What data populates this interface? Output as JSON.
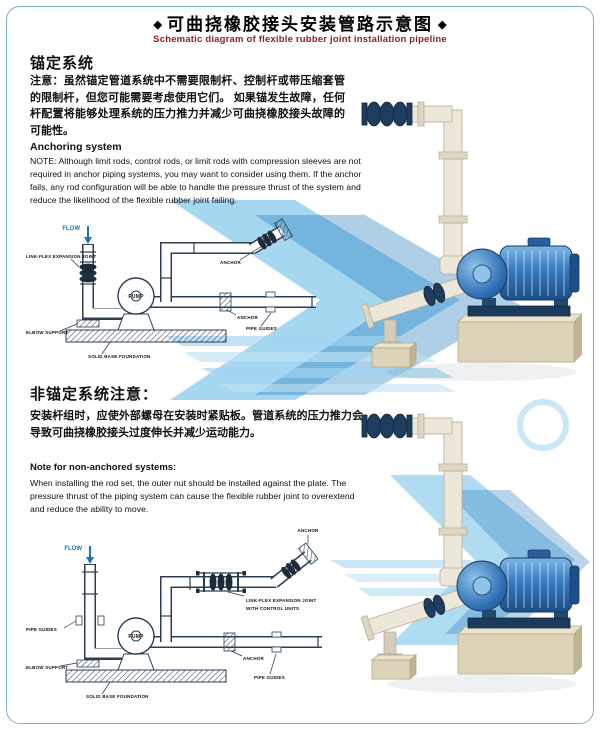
{
  "page": {
    "title": "可曲挠橡胶接头安装管路示意图",
    "subtitle": "Schematic diagram of flexible rubber joint installation pipeline",
    "diamond": "◆"
  },
  "anchored": {
    "heading_cn": "锚定系统",
    "note_cn": "注意：虽然锚定管道系统中不需要限制杆、控制杆或带压缩套管的限制杆，但您可能需要考虑使用它们。 如果锚发生故障，任何杆配置将能够处理系统的压力推力并减少可曲挠橡胶接头故障的可能性。",
    "heading_en": "Anchoring system",
    "note_en": "NOTE: Although limit rods, control rods, or limit rods with compression sleeves are not required in anchor piping systems, you may want to consider using them. If the anchor fails, any rod configuration will be able to handle the pressure thrust of the system and reduce the likelihood of the flexible rubber joint failing.",
    "labels": {
      "flow": "FLOW",
      "expansion_joint": "LINK-FLEX EXPANSION JOINT",
      "anchor_top": "ANCHOR",
      "pump": "PUMP",
      "anchor_mid": "ANCHOR",
      "pipe_guides": "PIPE GUIDES",
      "elbow_support": "ELBOW SUPPORT",
      "foundation": "SOLID BASE FOUNDATION"
    }
  },
  "non_anchored": {
    "heading_cn": "非锚定系统注意：",
    "note_cn": "安装杆组时，应使外部螺母在安装时紧贴板。管道系统的压力推力会导致可曲挠橡胶接头过度伸长并减少运动能力。",
    "heading_en": "Note for non-anchored systems:",
    "note_en": "When installing the rod set, the outer nut should be installed against the plate. The pressure thrust of the piping system can cause the flexible rubber joint to overextend and reduce the ability to move.",
    "labels": {
      "flow": "FLOW",
      "anchor_top": "ANCHOR",
      "expansion_joint_line1": "LINK-FLEX EXPANSION JOINT",
      "expansion_joint_line2": "WITH CONTROL UNITS",
      "pump": "PUMP",
      "pipe_guides_left": "PIPE GUIDES",
      "anchor_mid": "ANCHOR",
      "pipe_guides_right": "PIPE GUIDES",
      "elbow_support": "ELBOW SUPPORT",
      "foundation": "SOLID BASE FOUNDATION"
    }
  },
  "colors": {
    "accent_blue": "#1b75bb",
    "watermark_blue": "#35a8e0",
    "subtitle_red": "#8a1f1f",
    "pump_blue": "#2a6db5",
    "pipe_beige": "#ece7d8"
  }
}
